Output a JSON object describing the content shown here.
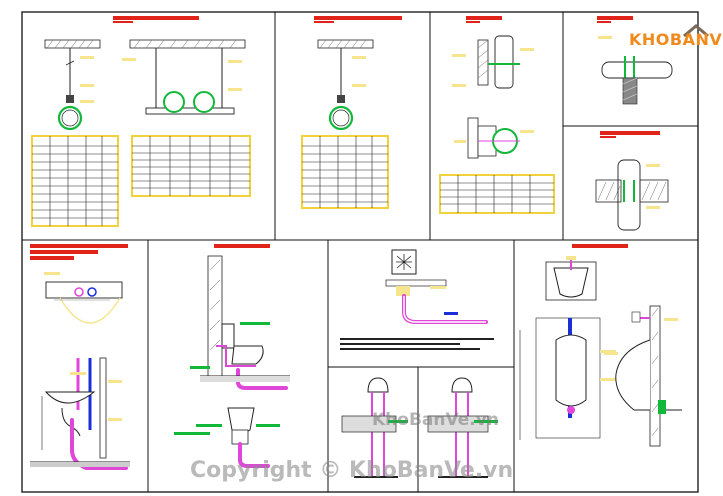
{
  "logo": {
    "text": "KHOBANVE",
    "accent": "#f08a1c",
    "roof": "#7a6a5a"
  },
  "watermarks": {
    "center": "KhoBanVe.vn",
    "bottom": "Copyright © KhoBanVe.vn"
  },
  "colors": {
    "title_red": "#e0241a",
    "note_yellow": "#f6e58c",
    "table_yellow": "#f2d23a",
    "pipe_green": "#12b83a",
    "pipe_magenta": "#e046d8",
    "pipe_blue": "#1a2fd8",
    "line_dark": "#222222"
  },
  "panels": [
    "pipe-hanger-detail-double",
    "pipe-hanger-detail-single",
    "wall-pipe-sleeve-detail",
    "floor-pipe-sleeve-detail",
    "wall-sleeve-section",
    "lavatory-installation-detail",
    "toilet-installation-detail",
    "floor-drain-detail",
    "riser-detail-a",
    "riser-detail-b",
    "urinal-installation-detail"
  ]
}
